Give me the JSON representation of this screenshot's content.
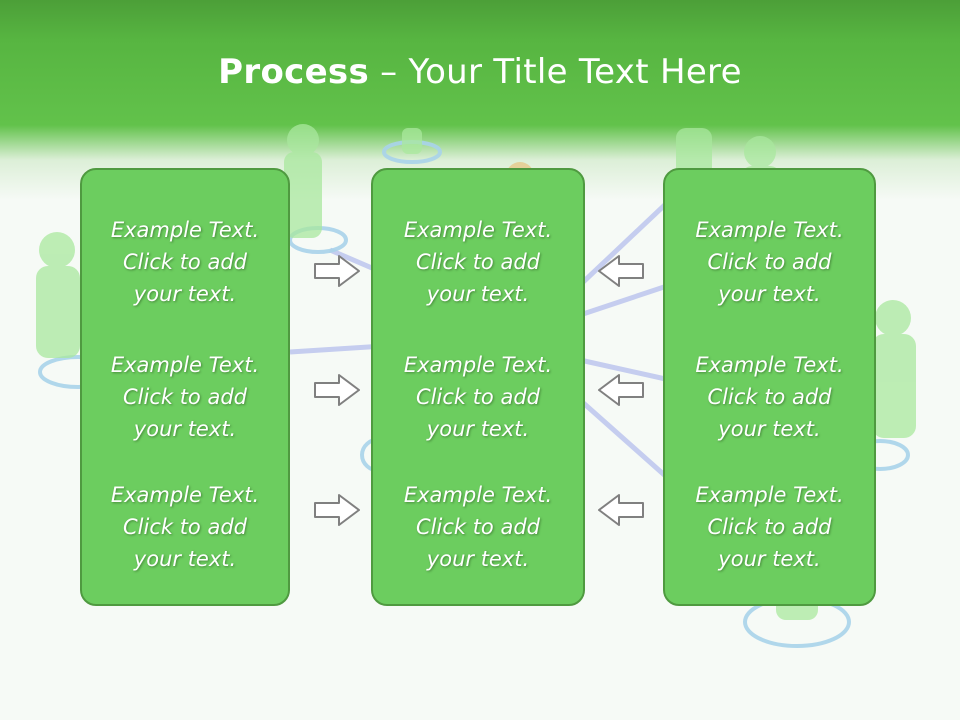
{
  "slide": {
    "title_bold": "Process",
    "title_rest": " – Your Title Text Here"
  },
  "columns": [
    {
      "items": [
        "Example Text.\nClick  to add\nyour text.",
        "Example Text.\nClick  to add\nyour text.",
        "Example Text.\nClick  to add\nyour text."
      ]
    },
    {
      "items": [
        "Example Text.\nClick  to add\nyour text.",
        "Example Text.\nClick  to add\nyour text.",
        "Example Text.\nClick  to add\nyour text."
      ]
    },
    {
      "items": [
        "Example Text.\nClick  to add\nyour text.",
        "Example Text.\nClick  to add\nyour text.",
        "Example Text.\nClick  to add\nyour text."
      ]
    }
  ],
  "arrows": {
    "left_icon": "arrow-right-icon",
    "right_icon": "arrow-left-icon"
  },
  "colors": {
    "header_green": "#57b541",
    "panel_fill": "#6ccd5f",
    "panel_border": "#4f9a40",
    "text": "#ffffff"
  }
}
